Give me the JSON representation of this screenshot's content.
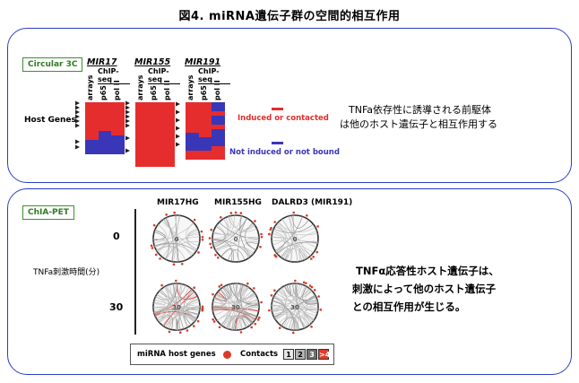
{
  "title": "図4. miRNA遺伝子群の空間的相互作用",
  "top_panel": {
    "tag": "Circular 3C",
    "genes": [
      "MIR17",
      "MIR155",
      "MIR191"
    ],
    "chip_seq_label": "ChIP-seq",
    "columns": [
      "arrays",
      "p65",
      "pol II"
    ],
    "row_label": "Host Genes",
    "legend_red": "Induced or contacted",
    "legend_blue": "Not induced or not bound",
    "description_line1": "TNFa依存性に誘導される前駆体",
    "description_line2": "は他のホスト遺伝子と相互作用する",
    "colors": {
      "red": "#e52d2d",
      "blue": "#3a36b8",
      "panel_border": "#2b3fbf",
      "tag_border": "#3c8f2f"
    }
  },
  "bottom_panel": {
    "tag": "ChIA-PET",
    "plot_titles": [
      "MIR17HG",
      "MIR155HG",
      "DALRD3 (MIR191)"
    ],
    "time_label": "TNFa刺激時間(分)",
    "times": [
      "0",
      "30"
    ],
    "center_labels": [
      "0",
      "0",
      "0",
      "30",
      "30",
      "30"
    ],
    "description_line1": "TNFα応答性ホスト遺伝子は、",
    "description_line2": "刺激によって他のホスト遺伝子",
    "description_line3": "との相互作用が生じる。",
    "legend": {
      "host_label": "miRNA host genes",
      "contacts_label": "Contacts",
      "levels": [
        "1",
        "2",
        "3",
        ">4"
      ]
    }
  }
}
